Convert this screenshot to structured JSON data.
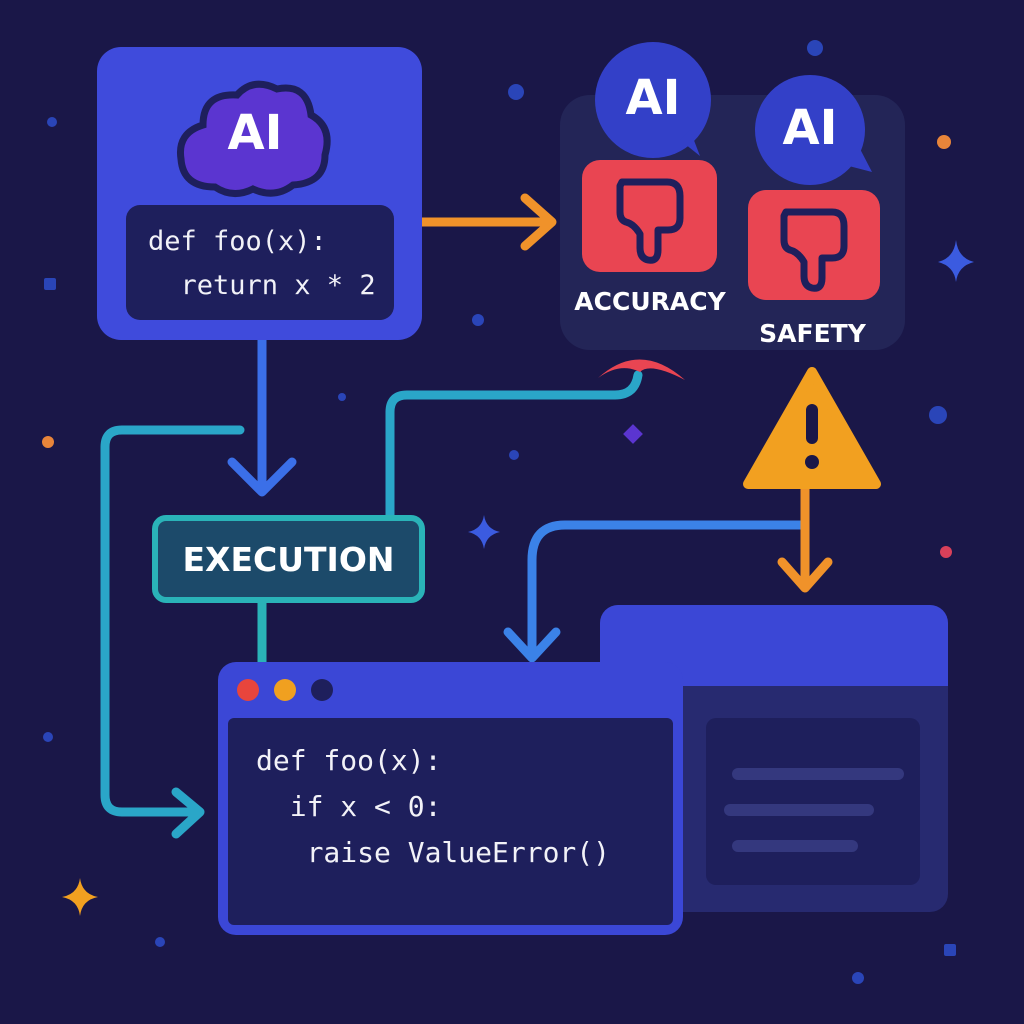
{
  "source_card": {
    "ai_label": "AI",
    "code_lines": [
      "def foo(x):",
      "  return x * 2"
    ]
  },
  "evaluation_panel": {
    "evaluators": [
      {
        "ai_label": "AI",
        "metric": "ACCURACY"
      },
      {
        "ai_label": "AI",
        "metric": "SAFETY"
      }
    ]
  },
  "execution": {
    "label": "EXECUTION"
  },
  "editor_window": {
    "code_lines": [
      "def foo(x):",
      "  if x < 0:",
      "   raise ValueError()"
    ]
  },
  "colors": {
    "background": "#1a1748",
    "card": "#3f4bdc",
    "thumb_red": "#e94552",
    "warning": "#f2a020",
    "teal": "#2ab3b8",
    "blue_flow": "#3b82e8"
  }
}
